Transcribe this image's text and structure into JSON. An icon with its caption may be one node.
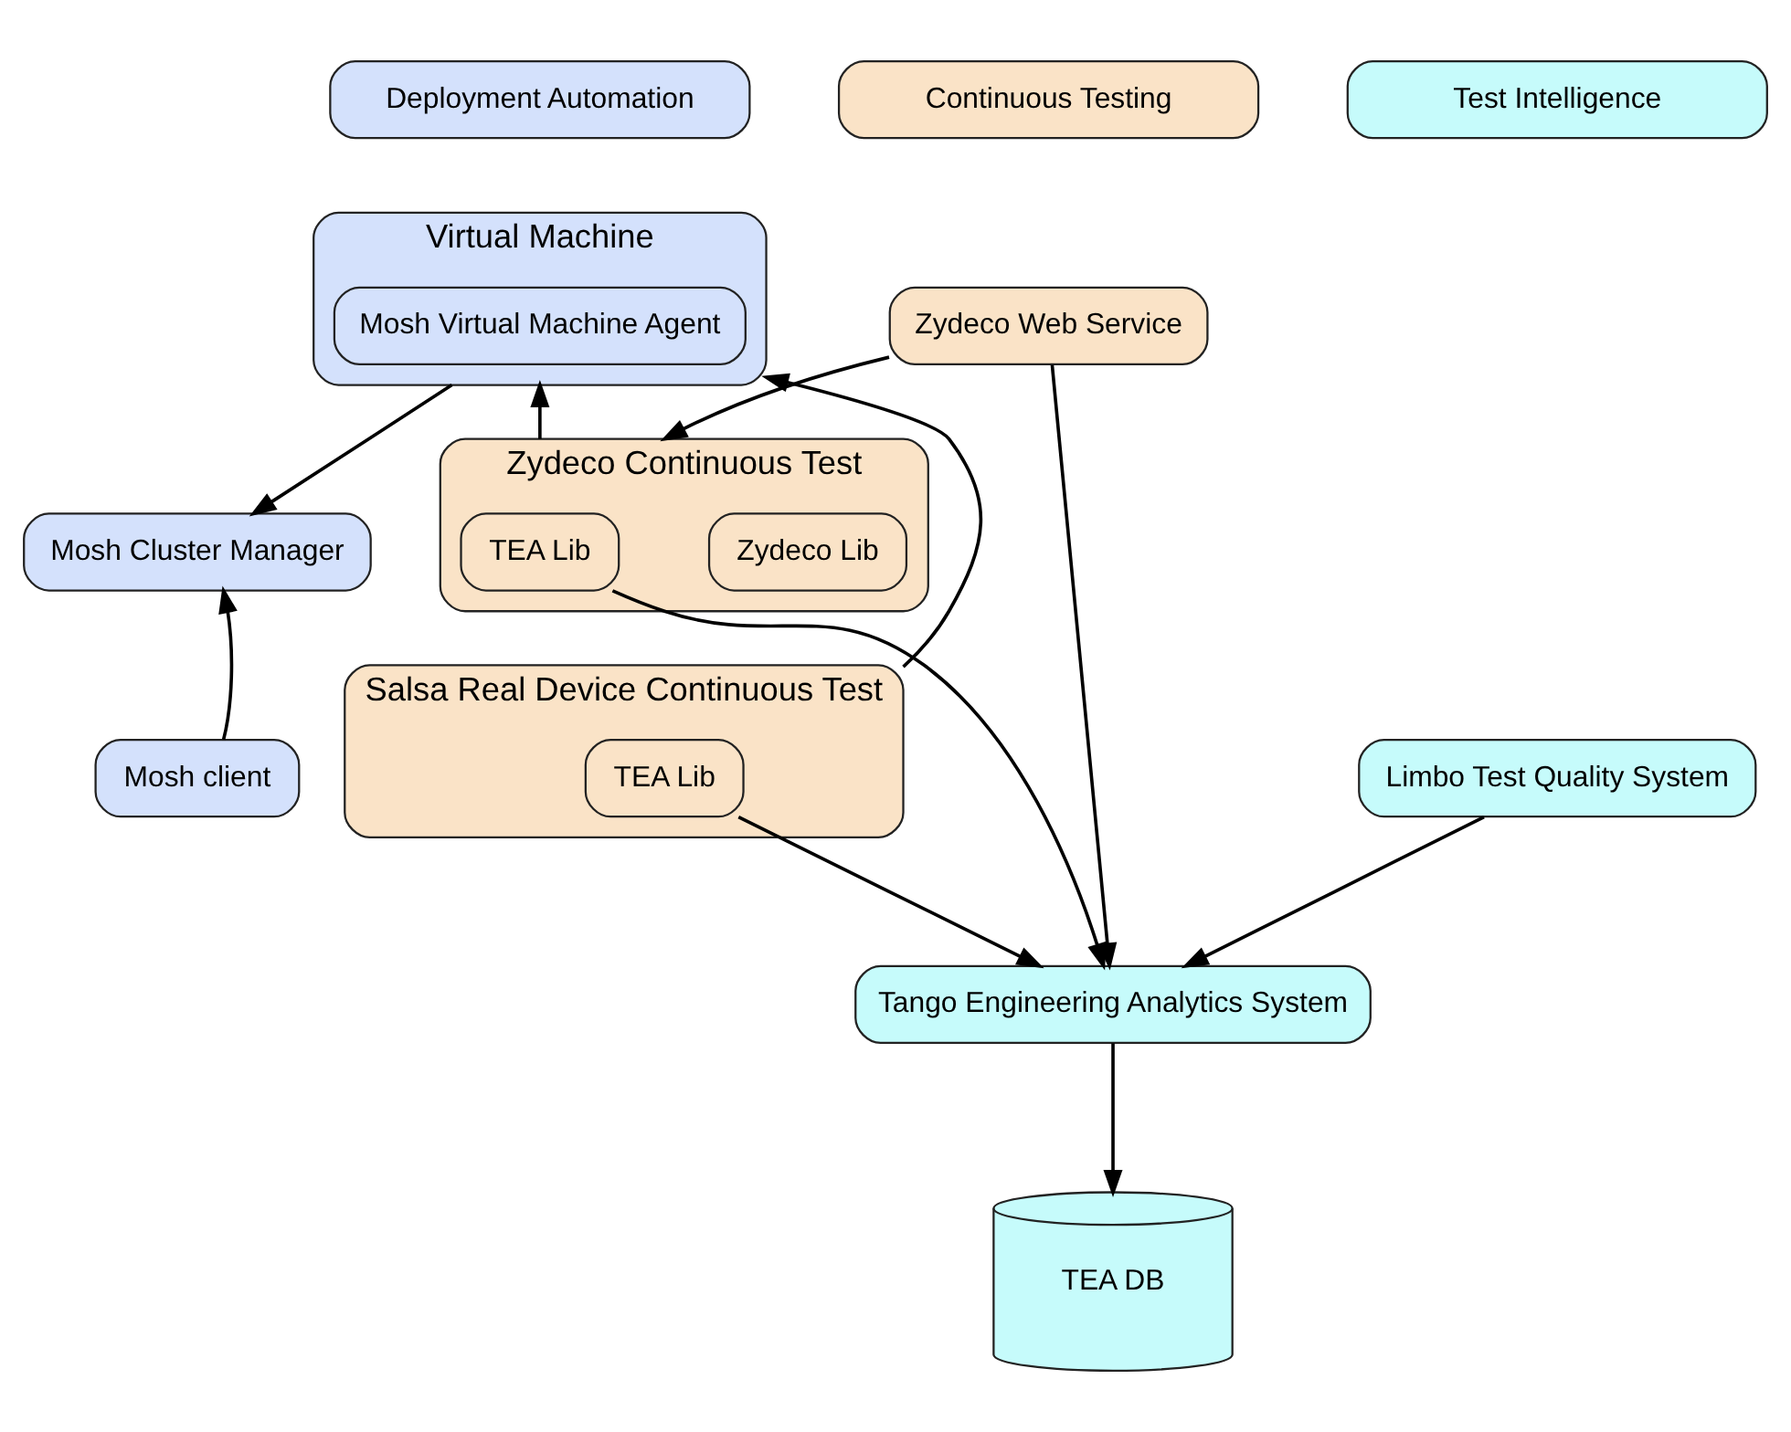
{
  "diagram": {
    "nodes": [
      {
        "text": [
          "Deployment Automation"
        ]
      },
      {
        "text": [
          "Continuous Testing"
        ]
      },
      {
        "text": [
          "Test Intelligence"
        ]
      },
      {
        "text": [
          "Virtual Machine"
        ]
      },
      {
        "text": [
          "Mosh Virtual Machine Agent"
        ],
        "in": 3
      },
      {
        "text": [
          "Mosh Cluster Manager"
        ]
      },
      {
        "text": [
          "Mosh client"
        ]
      },
      {
        "text": [
          "Zydeco Web Service"
        ]
      },
      {
        "text": [
          "Zydeco Continuous Test"
        ]
      },
      {
        "text": [
          "Zydeco Lib"
        ],
        "in": 8
      },
      {
        "text": [
          "TEA Lib"
        ],
        "in": 8
      },
      {
        "text": [
          "Salsa Real Device Continuous Test"
        ]
      },
      {
        "text": [
          "TEA Lib"
        ],
        "in": 11
      },
      {
        "text": [
          "Limbo Test Quality System"
        ]
      },
      {
        "text": [
          "Tango Engineering Analytics System"
        ]
      },
      {
        "text": [
          "TEA DB"
        ]
      }
    ],
    "edges": [
      {
        "from": 3,
        "to": 5,
        "arrow": "to"
      },
      {
        "from": 6,
        "to": 5,
        "arrow": "to"
      },
      {
        "from": 7,
        "to": 8,
        "arrow": "to"
      },
      {
        "from": 8,
        "to": 3,
        "arrow": "to"
      },
      {
        "from": 11,
        "to": 3,
        "arrow": "to"
      },
      {
        "from": 7,
        "to": 14,
        "arrow": "to"
      },
      {
        "from": 10,
        "to": 14,
        "arrow": "to"
      },
      {
        "from": 12,
        "to": 14,
        "arrow": "to"
      },
      {
        "from": 13,
        "to": 14,
        "arrow": "to"
      },
      {
        "from": 14,
        "to": 15,
        "arrow": "to"
      }
    ]
  }
}
